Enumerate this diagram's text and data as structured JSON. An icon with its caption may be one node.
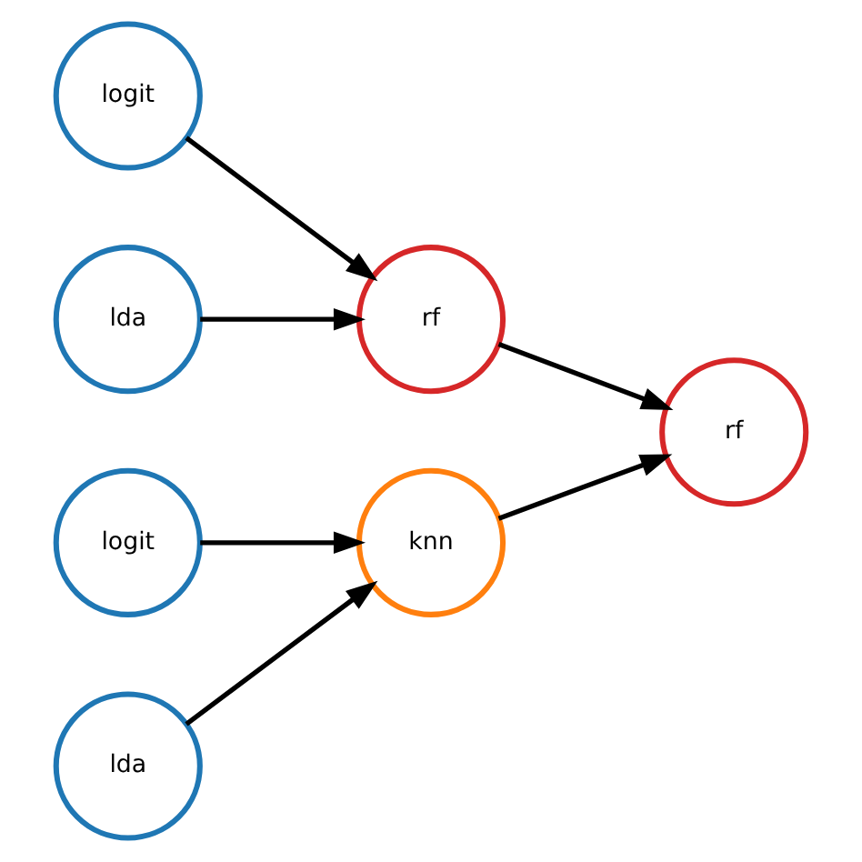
{
  "diagram": {
    "nodes": [
      {
        "text": [
          "logit"
        ]
      },
      {
        "text": [
          "lda"
        ]
      },
      {
        "text": [
          "logit"
        ]
      },
      {
        "text": [
          "lda"
        ]
      },
      {
        "text": [
          "rf"
        ]
      },
      {
        "text": [
          "knn"
        ]
      },
      {
        "text": [
          "rf"
        ]
      }
    ],
    "edges": [
      {
        "from": 0,
        "to": 4,
        "arrow": "to"
      },
      {
        "from": 1,
        "to": 4,
        "arrow": "to"
      },
      {
        "from": 2,
        "to": 5,
        "arrow": "to"
      },
      {
        "from": 3,
        "to": 5,
        "arrow": "to"
      },
      {
        "from": 4,
        "to": 6,
        "arrow": "to"
      },
      {
        "from": 5,
        "to": 6,
        "arrow": "to"
      }
    ]
  }
}
